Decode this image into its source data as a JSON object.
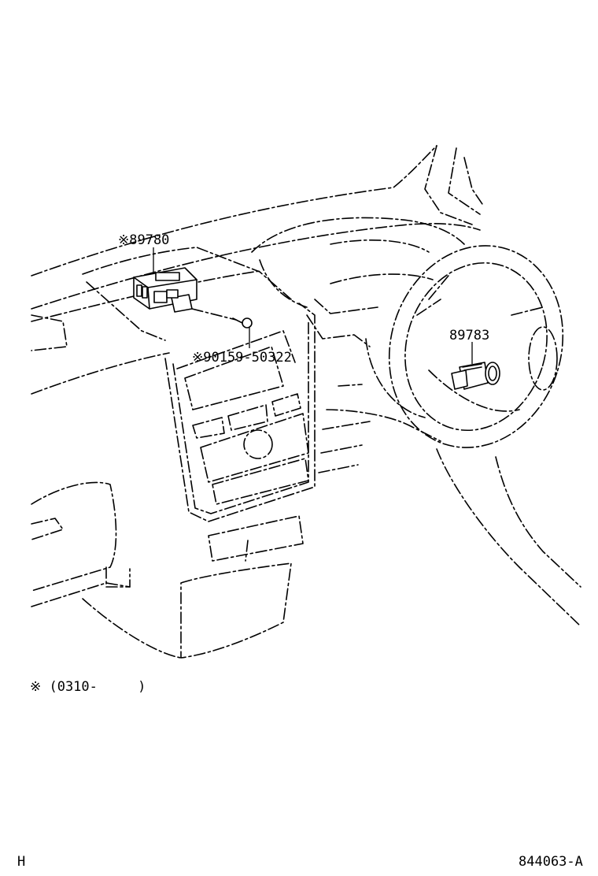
{
  "labels": {
    "part_89780": "※89780",
    "part_89783": "89783",
    "part_bolt": "※90159-50322",
    "note": "※ (0310-     )",
    "corner_left": "H",
    "corner_right": "844063-A"
  }
}
